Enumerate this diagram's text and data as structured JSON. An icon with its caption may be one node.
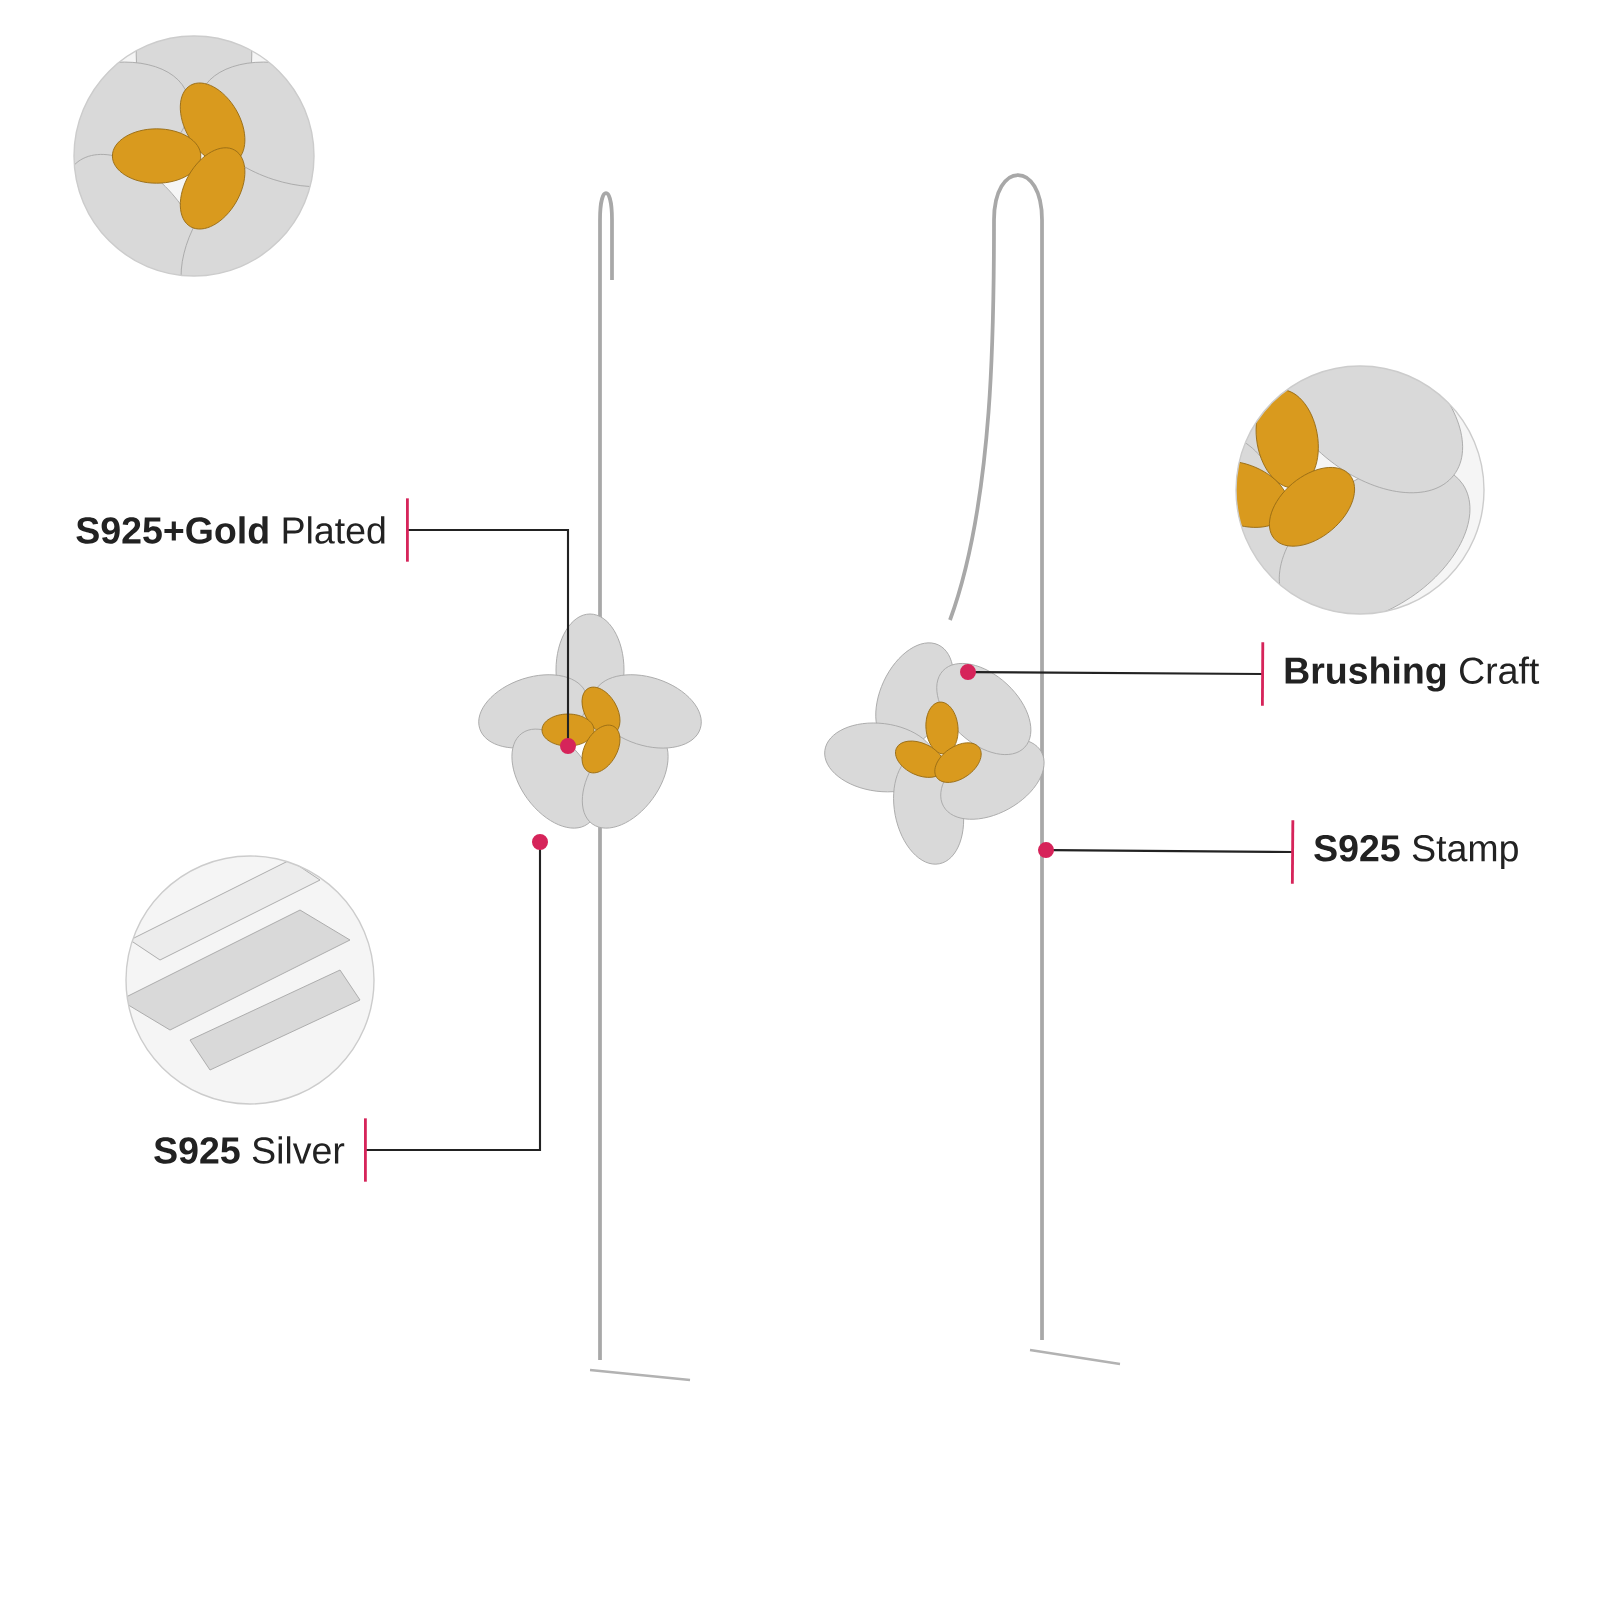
{
  "diagram": {
    "nodes": [
      {
        "text": [
          "**S925+Gold** Plated"
        ]
      },
      {
        "text": [
          "**S925** Silver"
        ]
      },
      {
        "text": [
          "**Brushing** Craft"
        ]
      },
      {
        "text": [
          "**S925** Stamp"
        ]
      },
      {
        "text": [],
        "shape": "picture"
      },
      {
        "text": [],
        "shape": "picture"
      }
    ],
    "edges": [
      {
        "from": 0,
        "to": 4,
        "arrow": "other"
      },
      {
        "from": 1,
        "to": 4,
        "arrow": "other"
      },
      {
        "from": 2,
        "to": 5,
        "arrow": "other"
      },
      {
        "from": 3,
        "to": 5,
        "arrow": "other"
      }
    ]
  }
}
